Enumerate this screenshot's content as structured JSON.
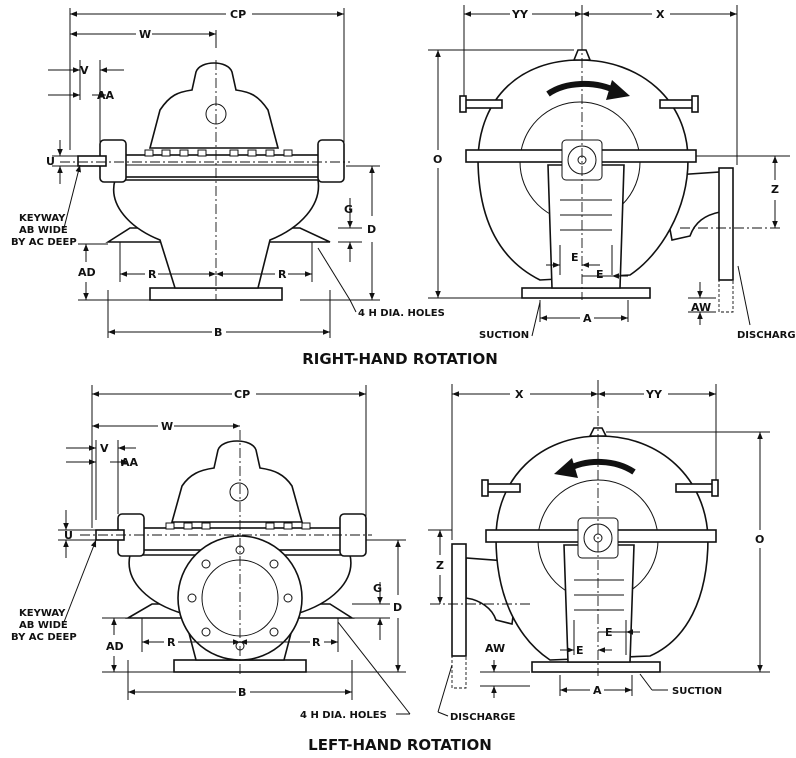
{
  "titles": {
    "right_hand": "RIGHT-HAND ROTATION",
    "left_hand": "LEFT-HAND ROTATION"
  },
  "dims": {
    "CP": "CP",
    "W": "W",
    "V": "V",
    "AA": "AA",
    "U": "U",
    "G": "G",
    "D": "D",
    "AD": "AD",
    "R": "R",
    "B": "B",
    "YY": "YY",
    "X": "X",
    "O": "O",
    "Z": "Z",
    "E": "E",
    "A": "A",
    "AW": "AW"
  },
  "notes": {
    "keyway_1": "KEYWAY",
    "keyway_2": "AB WIDE",
    "keyway_3": "BY AC DEEP",
    "holes": "4 H DIA. HOLES",
    "suction": "SUCTION",
    "discharge": "DISCHARGE"
  }
}
